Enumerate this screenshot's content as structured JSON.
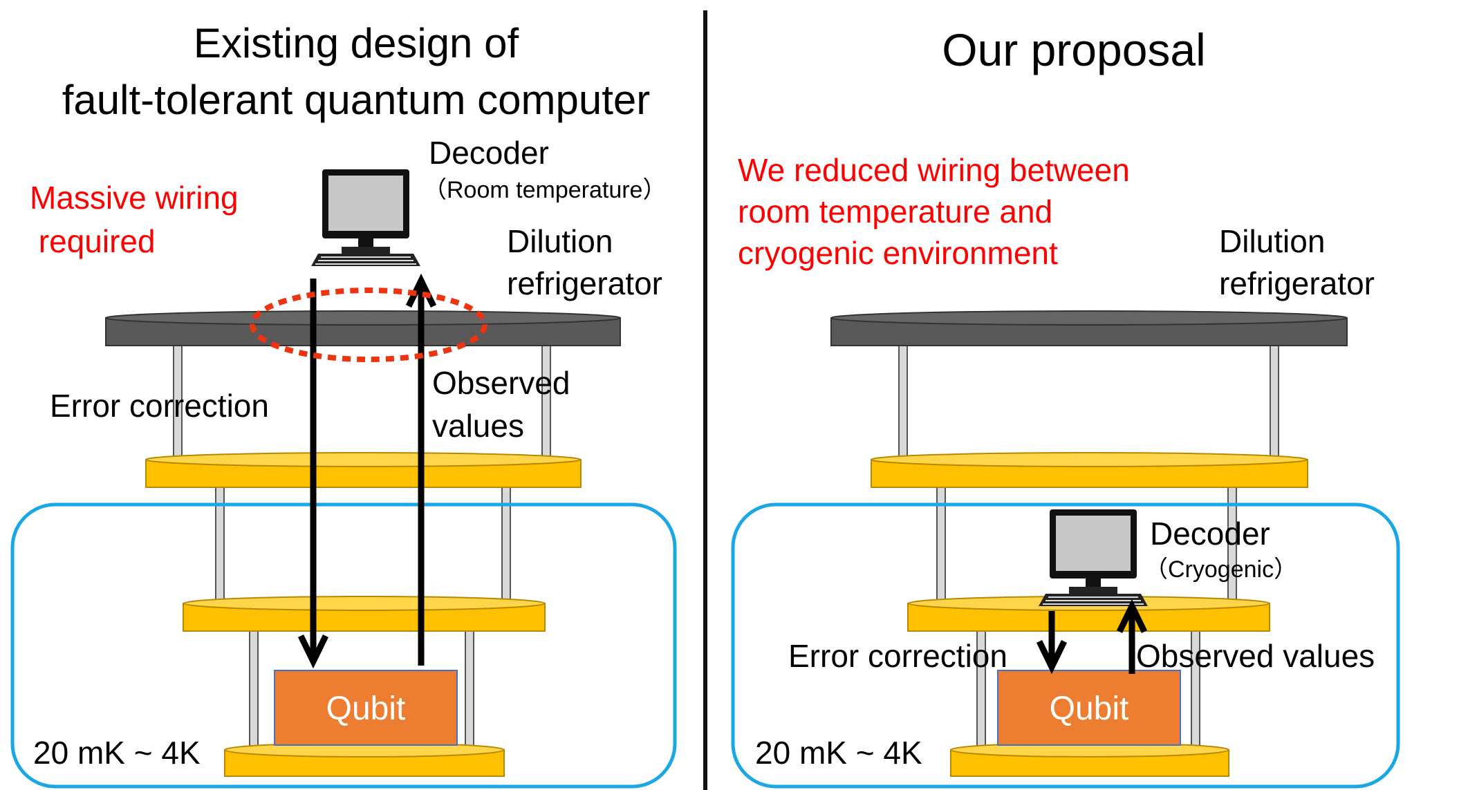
{
  "left": {
    "title_line1": "Existing design of",
    "title_line2": "fault-tolerant quantum computer",
    "note_line1": "Massive wiring",
    "note_line2": " required",
    "decoder_label": "Decoder",
    "decoder_sub": "（Room temperature）",
    "fridge_line1": "Dilution",
    "fridge_line2": "refrigerator",
    "error_correction": "Error correction",
    "observed_line1": "Observed",
    "observed_line2": "values",
    "qubit": "Qubit",
    "temp_range": "20 mK ~ 4K"
  },
  "right": {
    "title": "Our proposal",
    "note_line1": "We reduced wiring between",
    "note_line2": "room temperature and",
    "note_line3": "cryogenic environment",
    "fridge_line1": "Dilution",
    "fridge_line2": "refrigerator",
    "decoder_label": "Decoder",
    "decoder_sub": "（Cryogenic）",
    "error_correction": "Error correction",
    "observed_values": "Observed values",
    "qubit": "Qubit",
    "temp_range": "20 mK ~ 4K"
  },
  "colors": {
    "emphasis_text": "#ff0000",
    "plate_top": "#555555",
    "plate_gold": "#ffc000",
    "qubit_fill": "#ed7d31",
    "region_border": "#1aa7e6",
    "highlight_ellipse": "#ee3311"
  },
  "icons": [
    "computer-icon"
  ]
}
